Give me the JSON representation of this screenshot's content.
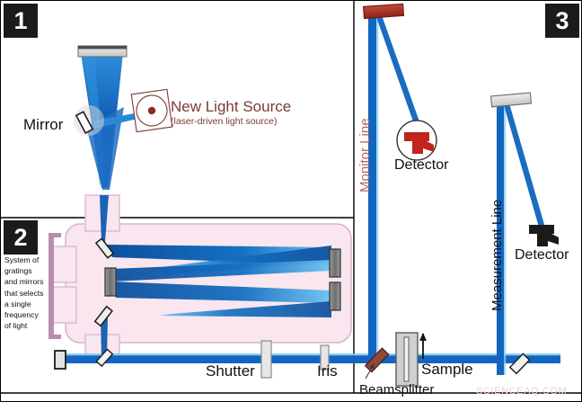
{
  "panels": [
    {
      "number": "1"
    },
    {
      "number": "2"
    },
    {
      "number": "3"
    }
  ],
  "panel1": {
    "mirror_label": "Mirror",
    "light_source_title": "New Light Source",
    "light_source_subtitle": "(laser-driven light source)",
    "icons": {
      "top_mirror": "mirror-icon",
      "fold_mirror": "mirror-icon",
      "source_target": "light-source-target-icon"
    }
  },
  "panel2": {
    "caption": "System of gratings and mirrors that selects a single frequency of light",
    "icons": {
      "bracket": "bracket-icon",
      "grating": "grating-icon",
      "fold_mirror": "mirror-icon"
    }
  },
  "beamline": {
    "shutter_label": "Shutter",
    "iris_label": "Iris",
    "beamsplitter_label": "Beamsplitter",
    "sample_label": "Sample"
  },
  "panel3": {
    "monitor_line_label": "Monitor Line",
    "measurement_line_label": "Measurement Line",
    "monitor_detector_label": "Detector",
    "measurement_detector_label": "Detector"
  },
  "watermark": "SCIENCEAQ.COM",
  "colors": {
    "beam_blue": "#1266bf",
    "beam_blue_dark": "#0d4f9c",
    "beam_light": "#3aa6e8",
    "monochromator_fill": "#f9e6ef",
    "monochromator_stroke": "#d9b6cd",
    "bracket": "#b98cb0",
    "mirror_gray": "#d8d8d8",
    "mirror_stroke": "#555555",
    "grating_gray": "#8a8a8a",
    "red_mirror": "#a83226",
    "detector_red": "#c0241c",
    "detector_black": "#1a1a1a",
    "source_accent": "#7a3b33",
    "badge_bg": "#1b1b1b",
    "watermark": "#f0cfcf"
  }
}
